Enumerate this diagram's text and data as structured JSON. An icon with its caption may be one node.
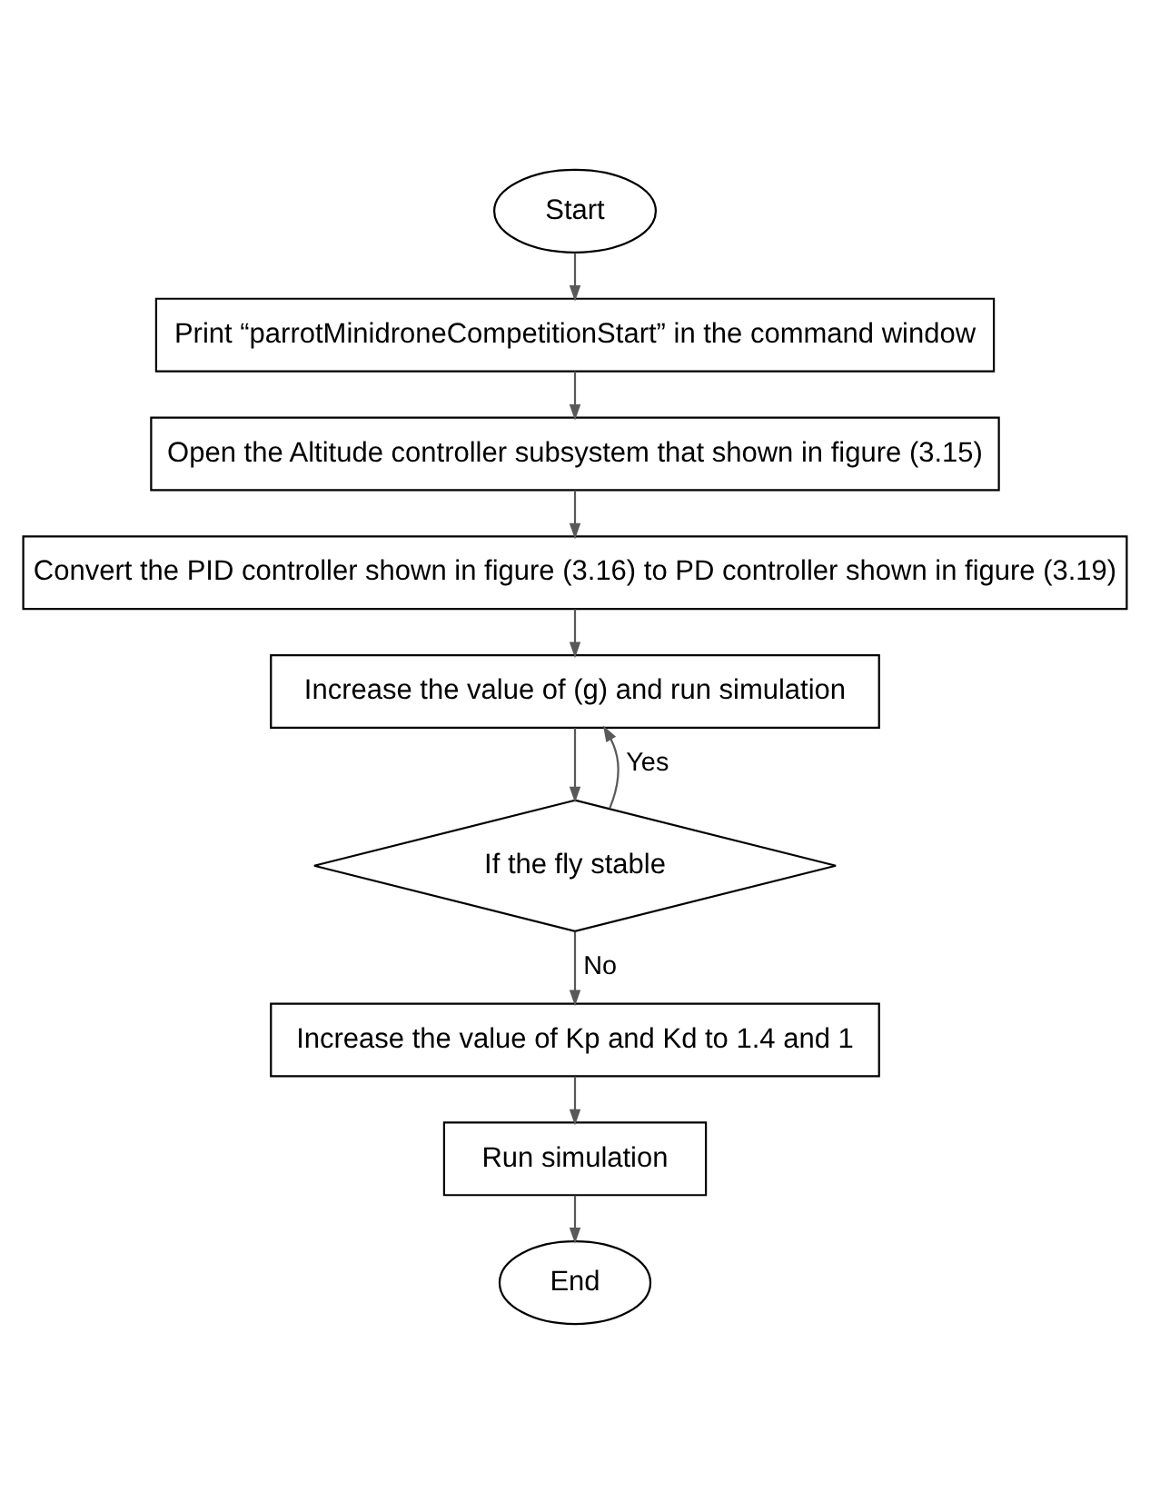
{
  "diagram": {
    "nodes": [
      {
        "text": [
          "Start"
        ]
      },
      {
        "text": [
          "Print “parrotMinidroneCompetitionStart” in the command window"
        ]
      },
      {
        "text": [
          "Open the Altitude controller subsystem that shown in figure (3.15)"
        ]
      },
      {
        "text": [
          "Convert the PID controller shown in figure (3.16) to PD controller shown in figure (3.19)"
        ]
      },
      {
        "text": [
          "Increase the value of (g) and run simulation"
        ]
      },
      {
        "text": [
          "If the fly stable"
        ]
      },
      {
        "text": [
          "Increase the value of Kp and Kd to 1.4 and 1"
        ]
      },
      {
        "text": [
          "Run simulation"
        ]
      },
      {
        "text": [
          "End"
        ]
      }
    ],
    "edges": [
      {
        "from": 0,
        "to": 1,
        "arrow": "to"
      },
      {
        "from": 1,
        "to": 2,
        "arrow": "to"
      },
      {
        "from": 2,
        "to": 3,
        "arrow": "to"
      },
      {
        "from": 3,
        "to": 4,
        "arrow": "to"
      },
      {
        "from": 4,
        "to": 5,
        "arrow": "to"
      },
      {
        "from": 5,
        "to": 4,
        "arrow": "to",
        "label": "Yes"
      },
      {
        "from": 5,
        "to": 6,
        "arrow": "to",
        "label": "No"
      },
      {
        "from": 6,
        "to": 7,
        "arrow": "to"
      },
      {
        "from": 7,
        "to": 8,
        "arrow": "to"
      }
    ]
  }
}
